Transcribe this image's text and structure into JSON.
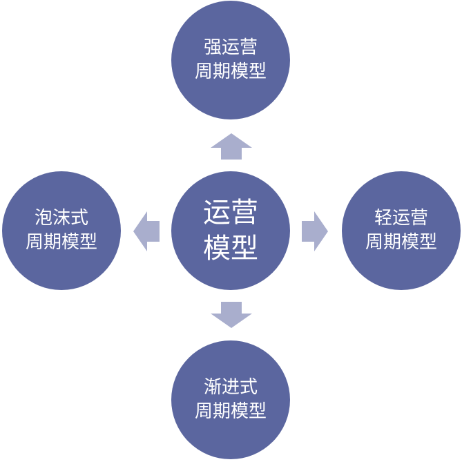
{
  "center": {
    "line1": "运营",
    "line2": "模型"
  },
  "top": {
    "line1": "强运营",
    "line2": "周期模型"
  },
  "right": {
    "line1": "轻运营",
    "line2": "周期模型"
  },
  "bottom": {
    "line1": "渐进式",
    "line2": "周期模型"
  },
  "left": {
    "line1": "泡沫式",
    "line2": "周期模型"
  },
  "colors": {
    "circle": "#5b669f",
    "arrow": "#a9aecd",
    "text": "#ffffff"
  }
}
